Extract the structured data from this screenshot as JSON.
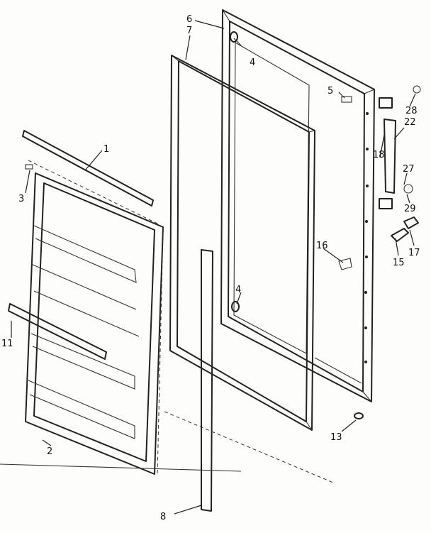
{
  "diagram": {
    "callouts": [
      {
        "id": "c1",
        "label": "1"
      },
      {
        "id": "c2",
        "label": "2"
      },
      {
        "id": "c3",
        "label": "3"
      },
      {
        "id": "c4a",
        "label": "4"
      },
      {
        "id": "c4b",
        "label": "4"
      },
      {
        "id": "c5",
        "label": "5"
      },
      {
        "id": "c6",
        "label": "6"
      },
      {
        "id": "c7",
        "label": "7"
      },
      {
        "id": "c8",
        "label": "8"
      },
      {
        "id": "c11",
        "label": "11"
      },
      {
        "id": "c13",
        "label": "13"
      },
      {
        "id": "c15",
        "label": "15"
      },
      {
        "id": "c16",
        "label": "16"
      },
      {
        "id": "c17",
        "label": "17"
      },
      {
        "id": "c18",
        "label": "18"
      },
      {
        "id": "c22",
        "label": "22"
      },
      {
        "id": "c27",
        "label": "27"
      },
      {
        "id": "c28",
        "label": "28"
      },
      {
        "id": "c29",
        "label": "29"
      }
    ]
  }
}
